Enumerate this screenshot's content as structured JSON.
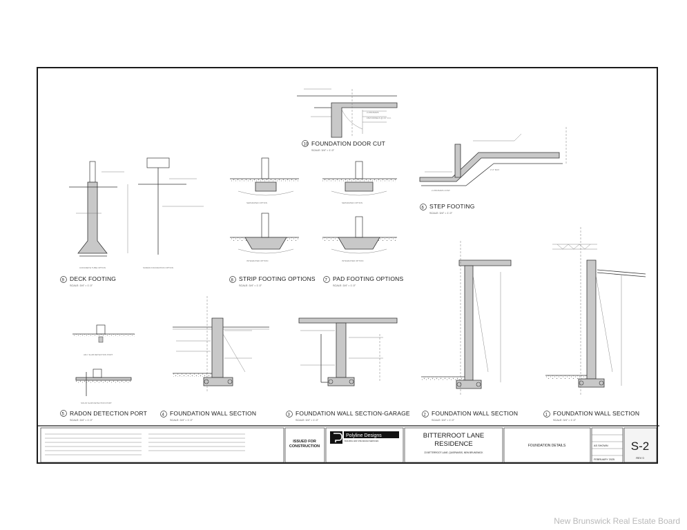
{
  "details": {
    "door_cut": {
      "num": "10",
      "title": "FOUNDATION DOOR CUT",
      "scale": "SCALE: 3/4\" = 1'-0\""
    },
    "step_footing": {
      "num": "6",
      "title": "STEP FOOTING",
      "scale": "SCALE: 3/4\" = 1'-0\""
    },
    "deck_footing": {
      "num": "9",
      "title": "DECK FOOTING",
      "scale": "SCALE: 3/4\" = 1'-0\"",
      "option1": "CONCRETE TUBE OPTION",
      "option2": "SCREW FOUNDATION OPTION"
    },
    "strip_footing": {
      "num": "8",
      "title": "STRIP FOOTING OPTIONS",
      "scale": "SCALE: 3/4\" = 1'-0\"",
      "sep": "SEPARATED OPTION",
      "int": "INTEGRATED OPTION"
    },
    "pad_footing": {
      "num": "7",
      "title": "PAD FOOTING OPTIONS",
      "scale": "SCALE: 3/4\" = 1'-0\"",
      "sep": "SEPARATED OPTION",
      "int": "INTEGRATED OPTION"
    },
    "radon": {
      "num": "5",
      "title": "RADON DETECTION PORT",
      "scale": "SCALE: 3/4\" = 1'-0\""
    },
    "fws4": {
      "num": "4",
      "title": "FOUNDATION WALL SECTION",
      "scale": "SCALE: 3/4\" = 1'-0\""
    },
    "fws3": {
      "num": "3",
      "title": "FOUNDATION WALL SECTION-GARAGE",
      "scale": "SCALE: 3/4\" = 1'-0\""
    },
    "fws2": {
      "num": "2",
      "title": "FOUNDATION WALL SECTION",
      "scale": "SCALE: 3/4\" = 1'-0\""
    },
    "fws1": {
      "num": "1",
      "title": "FOUNDATION WALL SECTION",
      "scale": "SCALE: 3/4\" = 1'-0\""
    }
  },
  "title_block": {
    "issued_line1": "ISSUED FOR",
    "issued_line2": "CONSTRUCTION",
    "firm_name": "Polyline Designs",
    "firm_tag": "BUILDING AND SITE DESIGN SERVICES",
    "project_line1": "BITTERROOT LANE",
    "project_line2": "RESIDENCE",
    "project_address": "23 BITTERROOT LANE, QUISPAMSIS, NEW BRUNSWICK",
    "drawing_title": "FOUNDATION DETAILS",
    "scale_label": "AS SHOWN",
    "date": "FEBRUARY 2025",
    "rev": "REV 0",
    "sheet_number": "S-2"
  },
  "watermark": "New Brunswick Real Estate Board"
}
